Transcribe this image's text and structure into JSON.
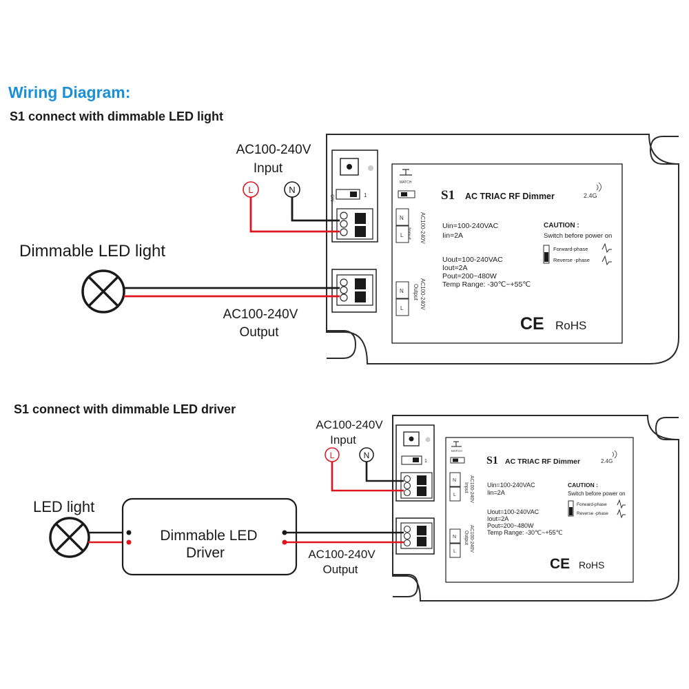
{
  "page": {
    "title": "Wiring Diagram:",
    "title_color": "#1a8fd8"
  },
  "colors": {
    "live_wire": "#e0141e",
    "neutral_wire": "#1a1a1a",
    "outline": "#2a2a2a"
  },
  "diagram1": {
    "heading": "S1 connect with dimmable LED light",
    "input_label_1": "AC100-240V",
    "input_label_2": "Input",
    "live_symbol": "L",
    "neutral_symbol": "N",
    "load_label": "Dimmable LED light",
    "output_label_1": "AC100-240V",
    "output_label_2": "Output"
  },
  "diagram2": {
    "heading": "S1 connect with dimmable LED driver",
    "input_label_1": "AC100-240V",
    "input_label_2": "Input",
    "live_symbol": "L",
    "neutral_symbol": "N",
    "load_label": "LED light",
    "driver_label_1": "Dimmable LED",
    "driver_label_2": "Driver",
    "output_label_1": "AC100-240V",
    "output_label_2": "Output"
  },
  "device": {
    "model": "S1",
    "name": "AC TRIAC RF Dimmer",
    "band": "2.4G",
    "match_label": "MATCH",
    "switch_on": "ON",
    "switch_one": "1",
    "input_side": "Input",
    "input_range": "AC100-240V",
    "output_side": "Output",
    "output_range": "AC100-240V",
    "term_n": "N",
    "term_l": "L",
    "spec_uin": "Uin=100-240VAC",
    "spec_iin": "Iin=2A",
    "spec_uout": "Uout=100-240VAC",
    "spec_iout": "Iout=2A",
    "spec_pout": "Pout=200~480W",
    "spec_temp": "Temp Range: -30℃~+55℃",
    "caution_title": "CAUTION :",
    "caution_text": "Switch before power on",
    "forward_phase": "Forward-phase",
    "reverse_phase": "Reverse -phase",
    "ce_mark": "CE",
    "rohs_mark": "RoHS"
  }
}
